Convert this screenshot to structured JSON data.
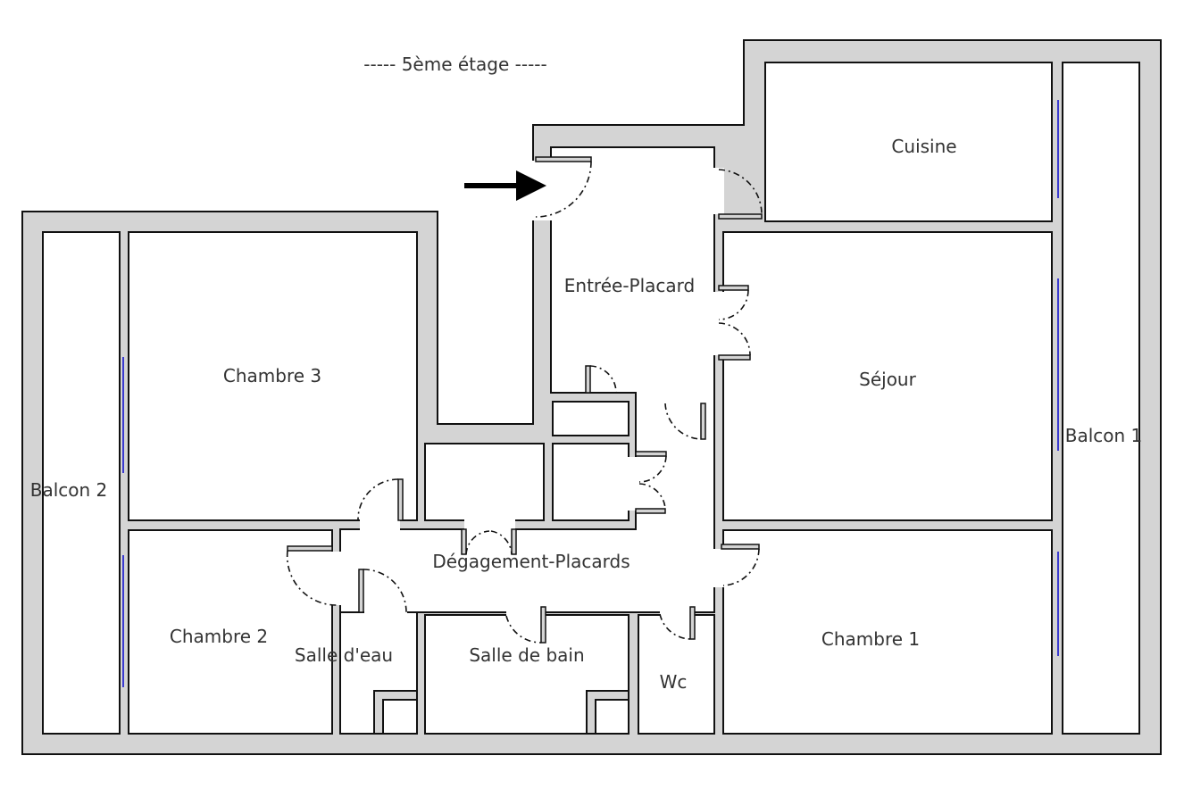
{
  "title": "-----  5ème étage  -----",
  "rooms": {
    "cuisine": "Cuisine",
    "entree": "Entrée-Placard",
    "chambre3": "Chambre 3",
    "sejour": "Séjour",
    "balcon1": "Balcon 1",
    "balcon2": "Balcon 2",
    "degagement": "Dégagement-Placards",
    "chambre2": "Chambre 2",
    "salle_eau": "Salle d'eau",
    "salle_bain": "Salle de bain",
    "wc": "Wc",
    "chambre1": "Chambre 1"
  },
  "colors": {
    "wall": "#d4d4d4",
    "window": "#3a3ad0",
    "line": "#111111"
  }
}
